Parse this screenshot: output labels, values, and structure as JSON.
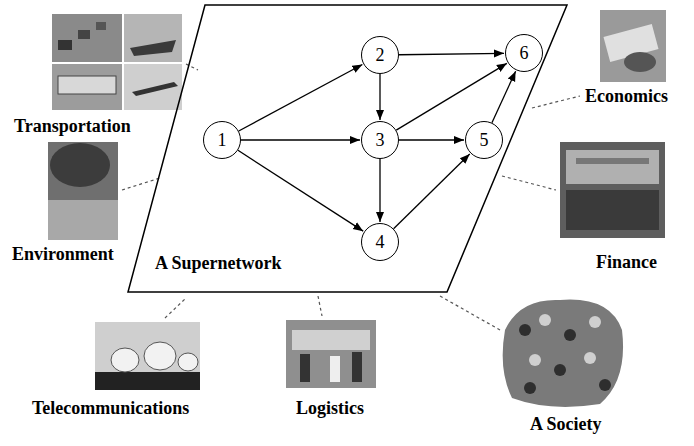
{
  "diagram": {
    "nodes": [
      {
        "text": [
          "A Supernetwork"
        ]
      },
      {
        "text": [
          "1"
        ],
        "in": 0
      },
      {
        "text": [
          "2"
        ],
        "in": 0
      },
      {
        "text": [
          "3"
        ],
        "in": 0
      },
      {
        "text": [
          "4"
        ],
        "in": 0
      },
      {
        "text": [
          "5"
        ],
        "in": 0
      },
      {
        "text": [
          "6"
        ],
        "in": 0
      }
    ],
    "edges": [
      {
        "from": 1,
        "to": 2,
        "arrow": "to"
      },
      {
        "from": 1,
        "to": 3,
        "arrow": "to"
      },
      {
        "from": 1,
        "to": 4,
        "arrow": "to"
      },
      {
        "from": 2,
        "to": 3,
        "arrow": "to"
      },
      {
        "from": 2,
        "to": 6,
        "arrow": "to"
      },
      {
        "from": 3,
        "to": 4,
        "arrow": "to"
      },
      {
        "from": 3,
        "to": 5,
        "arrow": "to"
      },
      {
        "from": 3,
        "to": 6,
        "arrow": "to"
      },
      {
        "from": 4,
        "to": 5,
        "arrow": "to"
      },
      {
        "from": 5,
        "to": 6,
        "arrow": "to"
      }
    ],
    "labels": [
      "Transportation",
      "Environment",
      "Telecommunications",
      "Logistics",
      "Economics",
      "Finance",
      "A Society"
    ]
  }
}
